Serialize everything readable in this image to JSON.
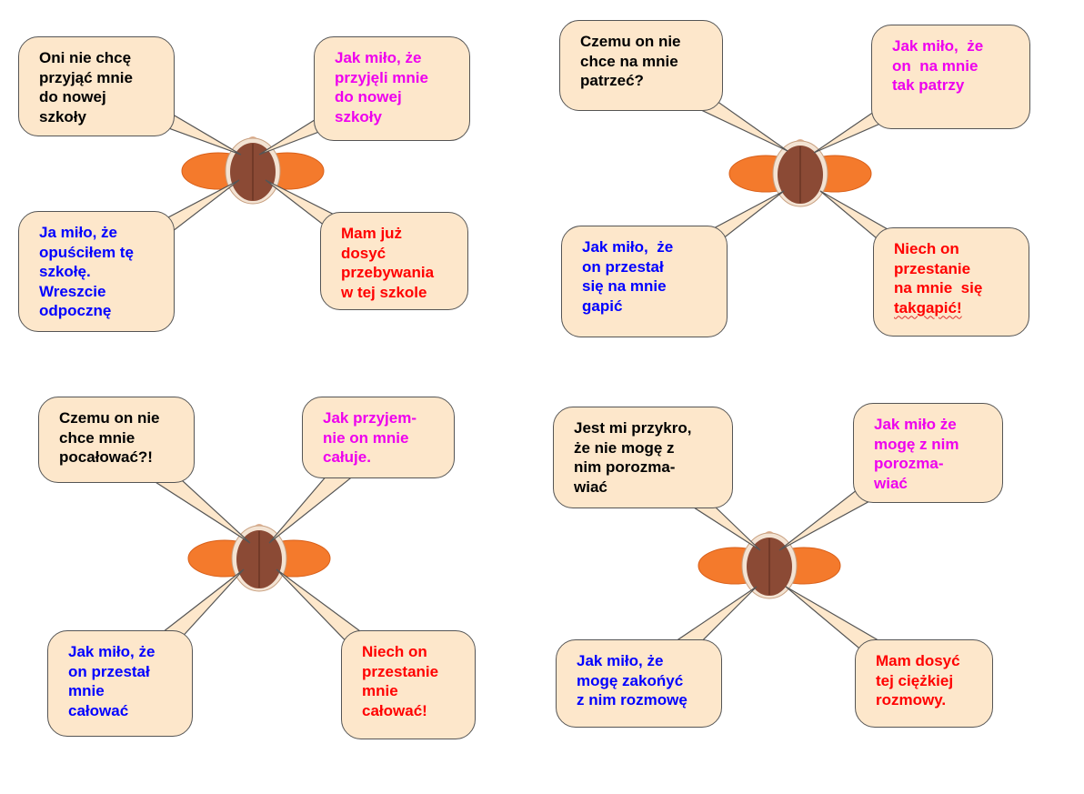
{
  "colors": {
    "bubble_fill": "#fde7cb",
    "bubble_border": "#555555",
    "black": "#000000",
    "magenta": "#ee00ee",
    "blue": "#0000ff",
    "red": "#ff0000",
    "brain": "#8b4a35",
    "hemisphere": "#f47a2c"
  },
  "groups": [
    {
      "bubbles": [
        {
          "lines": [
            "Oni nie chcę",
            "przyjąć mnie",
            "do nowej",
            "szkoły"
          ],
          "color": "#000000"
        },
        {
          "lines": [
            "Jak miło, że",
            "przyjęli mnie",
            "do nowej",
            "szkoły"
          ],
          "color": "#ee00ee"
        },
        {
          "lines": [
            "Ja miło, że",
            "opuściłem tę",
            "szkołę.",
            "Wreszcie",
            "odpocznę"
          ],
          "color": "#0000ff"
        },
        {
          "lines": [
            "Mam już",
            "dosyć",
            "przebywania",
            "w tej szkole"
          ],
          "color": "#ff0000"
        }
      ]
    },
    {
      "bubbles": [
        {
          "lines": [
            "Czemu on nie",
            "chce na mnie",
            "patrzeć?"
          ],
          "color": "#000000"
        },
        {
          "lines": [
            "Jak miło,  że",
            "on  na mnie",
            "tak patrzy"
          ],
          "color": "#ee00ee"
        },
        {
          "lines": [
            "Jak miło,  że",
            "on przestał",
            "się na mnie",
            "gapić"
          ],
          "color": "#0000ff"
        },
        {
          "lines": [
            "Niech on",
            "przestanie",
            "na mnie  się",
            "takgapić!"
          ],
          "color": "#ff0000",
          "flagged_line": 3
        }
      ]
    },
    {
      "bubbles": [
        {
          "lines": [
            "Czemu on nie",
            "chce mnie",
            "pocałować?!"
          ],
          "color": "#000000"
        },
        {
          "lines": [
            "Jak przyjem-",
            "nie on mnie",
            "całuje."
          ],
          "color": "#ee00ee"
        },
        {
          "lines": [
            "Jak miło, że",
            "on przestał",
            "mnie",
            "całować"
          ],
          "color": "#0000ff"
        },
        {
          "lines": [
            "Niech on",
            "przestanie",
            "mnie",
            "całować!"
          ],
          "color": "#ff0000"
        }
      ]
    },
    {
      "bubbles": [
        {
          "lines": [
            "Jest mi przykro,",
            "że nie mogę z",
            "nim porozma-",
            "wiać"
          ],
          "color": "#000000"
        },
        {
          "lines": [
            "Jak miło że",
            "mogę z nim",
            "porozma-",
            "wiać"
          ],
          "color": "#ee00ee"
        },
        {
          "lines": [
            "Jak miło, że",
            "mogę zakońyć",
            "z nim rozmowę"
          ],
          "color": "#0000ff"
        },
        {
          "lines": [
            "Mam dosyć",
            "tej ciężkiej",
            "rozmowy."
          ],
          "color": "#ff0000"
        }
      ]
    }
  ]
}
